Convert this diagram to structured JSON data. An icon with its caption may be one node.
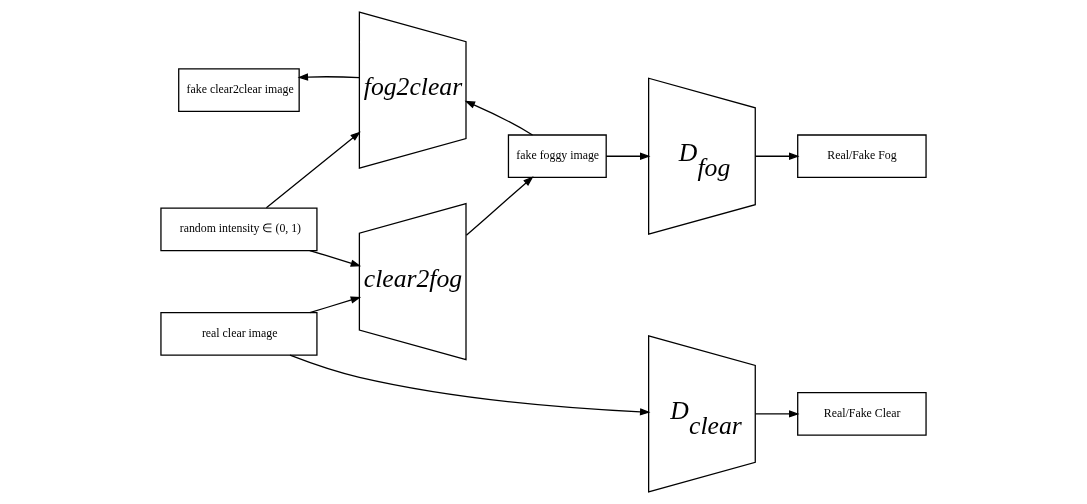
{
  "diagram": {
    "nodes": [
      {
        "text": [
          "fake clear2clear image"
        ]
      },
      {
        "text": [
          "fog2clear"
        ]
      },
      {
        "text": [
          "fake foggy image"
        ]
      },
      {
        "text": [
          "D$_{fog}$"
        ]
      },
      {
        "text": [
          "Real/Fake Fog"
        ]
      },
      {
        "text": [
          "random intensity ∈ (0, 1)"
        ]
      },
      {
        "text": [
          "clear2fog"
        ]
      },
      {
        "text": [
          "real clear image"
        ]
      },
      {
        "text": [
          "D$_{clear}$"
        ]
      },
      {
        "text": [
          "Real/Fake Clear"
        ]
      }
    ],
    "edges": [
      {
        "from": 1,
        "to": 0,
        "arrow": "to"
      },
      {
        "from": 2,
        "to": 1,
        "arrow": "to"
      },
      {
        "from": 5,
        "to": 1,
        "arrow": "to"
      },
      {
        "from": 2,
        "to": 3,
        "arrow": "to"
      },
      {
        "from": 3,
        "to": 4,
        "arrow": "to"
      },
      {
        "from": 5,
        "to": 6,
        "arrow": "to"
      },
      {
        "from": 7,
        "to": 6,
        "arrow": "to"
      },
      {
        "from": 6,
        "to": 2,
        "arrow": "to"
      },
      {
        "from": 7,
        "to": 8,
        "arrow": "to"
      },
      {
        "from": 8,
        "to": 9,
        "arrow": "to"
      }
    ]
  }
}
